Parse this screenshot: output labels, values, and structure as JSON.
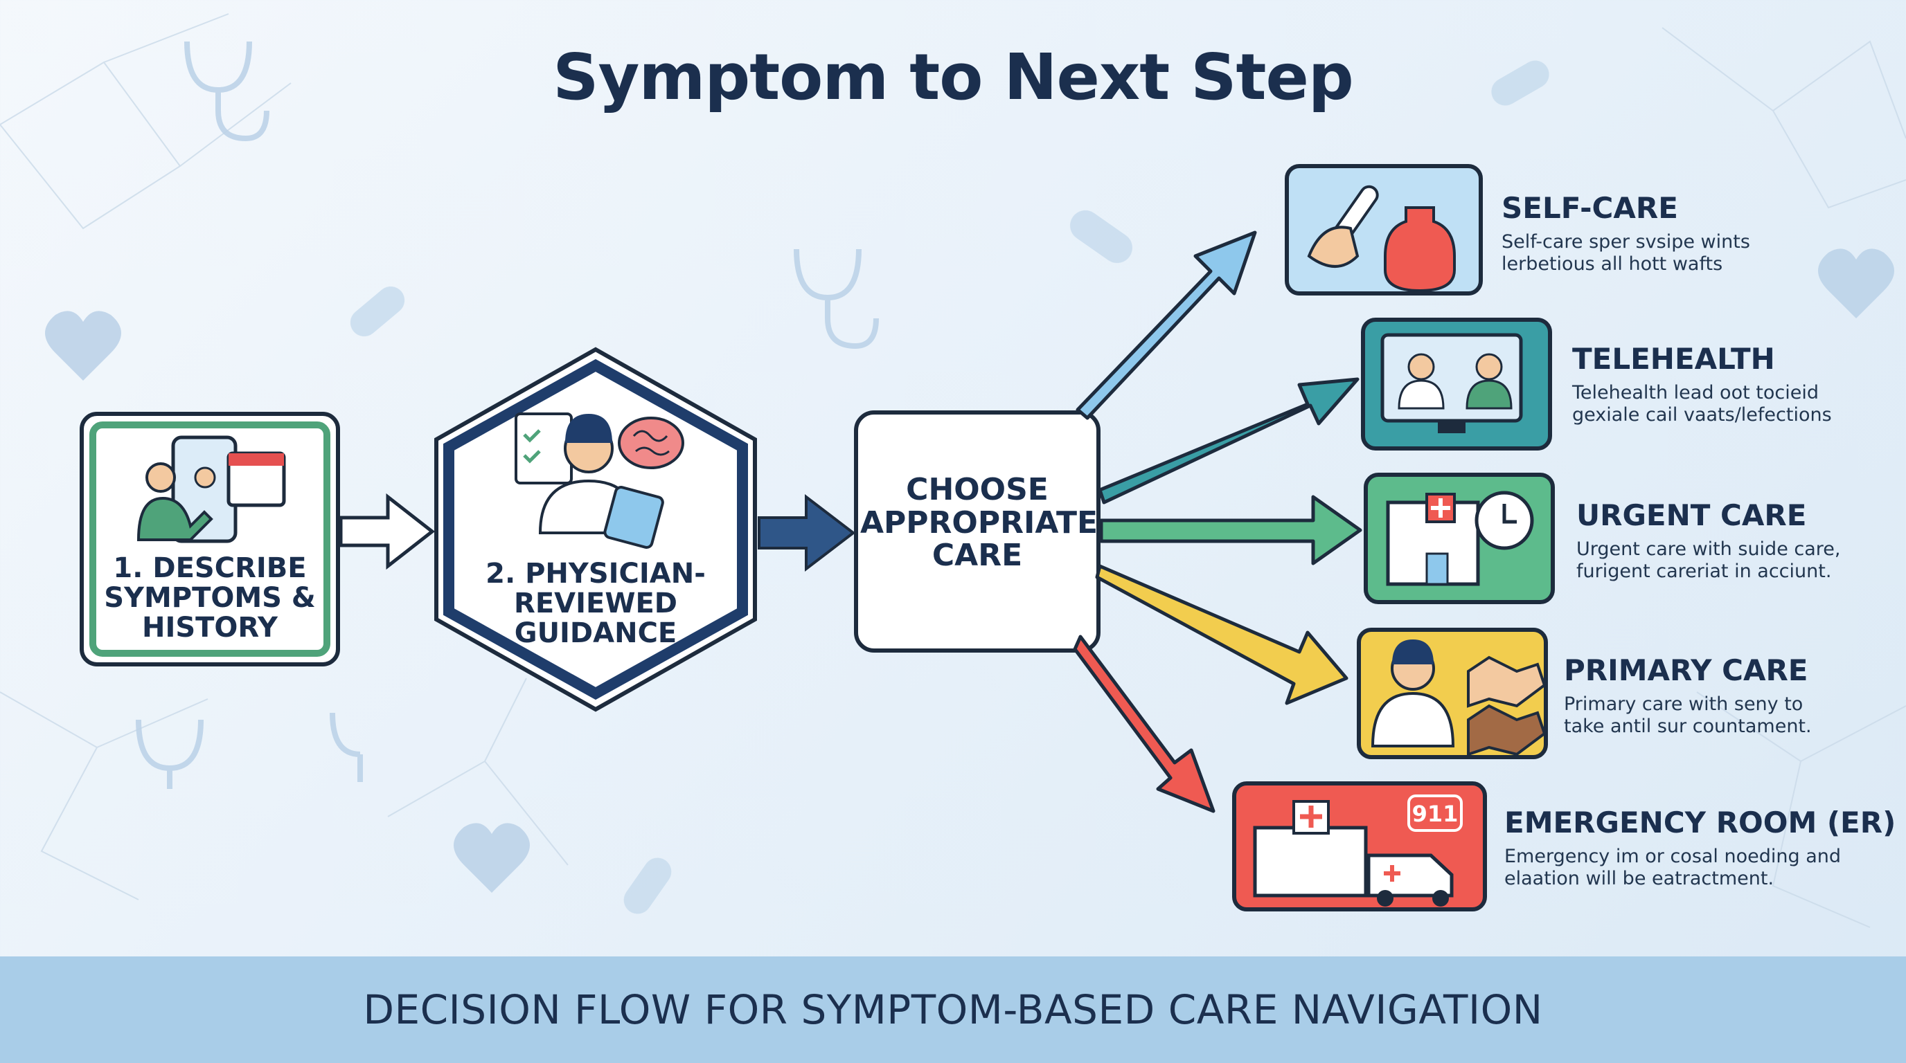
{
  "title": "Symptom to Next Step",
  "footer": "DECISION FLOW FOR SYMPTOM-BASED CARE NAVIGATION",
  "steps": [
    {
      "label_lines": [
        "1. DESCRIBE",
        "SYMPTOMS &",
        "HISTORY"
      ],
      "color": "#4fa37a"
    },
    {
      "label_lines": [
        "2. PHYSICIAN-",
        "REVIEWED",
        "GUIDANCE"
      ],
      "color": "#1f3d6b"
    },
    {
      "label_lines": [
        "CHOOSE",
        "APPROPRIATE",
        "CARE"
      ],
      "color": "#1f3d6b"
    }
  ],
  "options": [
    {
      "title": "SELF-CARE",
      "desc_lines": [
        "Self-care sper svsipe wints",
        "lerbetious all hott wafts"
      ],
      "color": "#8ec8ec"
    },
    {
      "title": "TELEHEALTH",
      "desc_lines": [
        "Telehealth lead oot tocieid",
        "gexiale cail vaats/lefections"
      ],
      "color": "#3a9ea5"
    },
    {
      "title": "URGENT CARE",
      "desc_lines": [
        "Urgent care with suide care,",
        "furigent careriat in acciunt."
      ],
      "color": "#5dbb8c"
    },
    {
      "title": "PRIMARY CARE",
      "desc_lines": [
        "Primary care with seny to",
        "take antil sur countament."
      ],
      "color": "#f2cd4e"
    },
    {
      "title": "EMERGENCY ROOM (ER)",
      "desc_lines": [
        "Emergency im or cosal noeding and",
        "elaation will be eatractment."
      ],
      "color": "#ef5a52"
    }
  ],
  "icon_badge": "911",
  "colors": {
    "navy": "#1b2f4e",
    "outline": "#1d2b3d",
    "footer_bg": "#a9cde8"
  }
}
